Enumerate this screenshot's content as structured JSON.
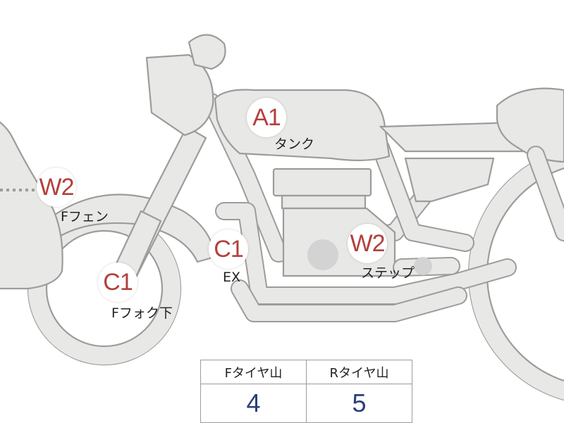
{
  "markers": [
    {
      "code": "A1",
      "part": "タンク"
    },
    {
      "code": "W2",
      "part": "Fフェン"
    },
    {
      "code": "C1",
      "part": "Fフォク下"
    },
    {
      "code": "C1",
      "part": "EX"
    },
    {
      "code": "W2",
      "part": "ステップ"
    }
  ],
  "tire_table": {
    "headers": [
      "Fタイヤ山",
      "Rタイヤ山"
    ],
    "values": [
      "4",
      "5"
    ]
  },
  "colors": {
    "code_text": "#b2403c",
    "value_text": "#2a3d7c",
    "outline": "#9c9c9a",
    "fill": "#e8e8e6"
  }
}
